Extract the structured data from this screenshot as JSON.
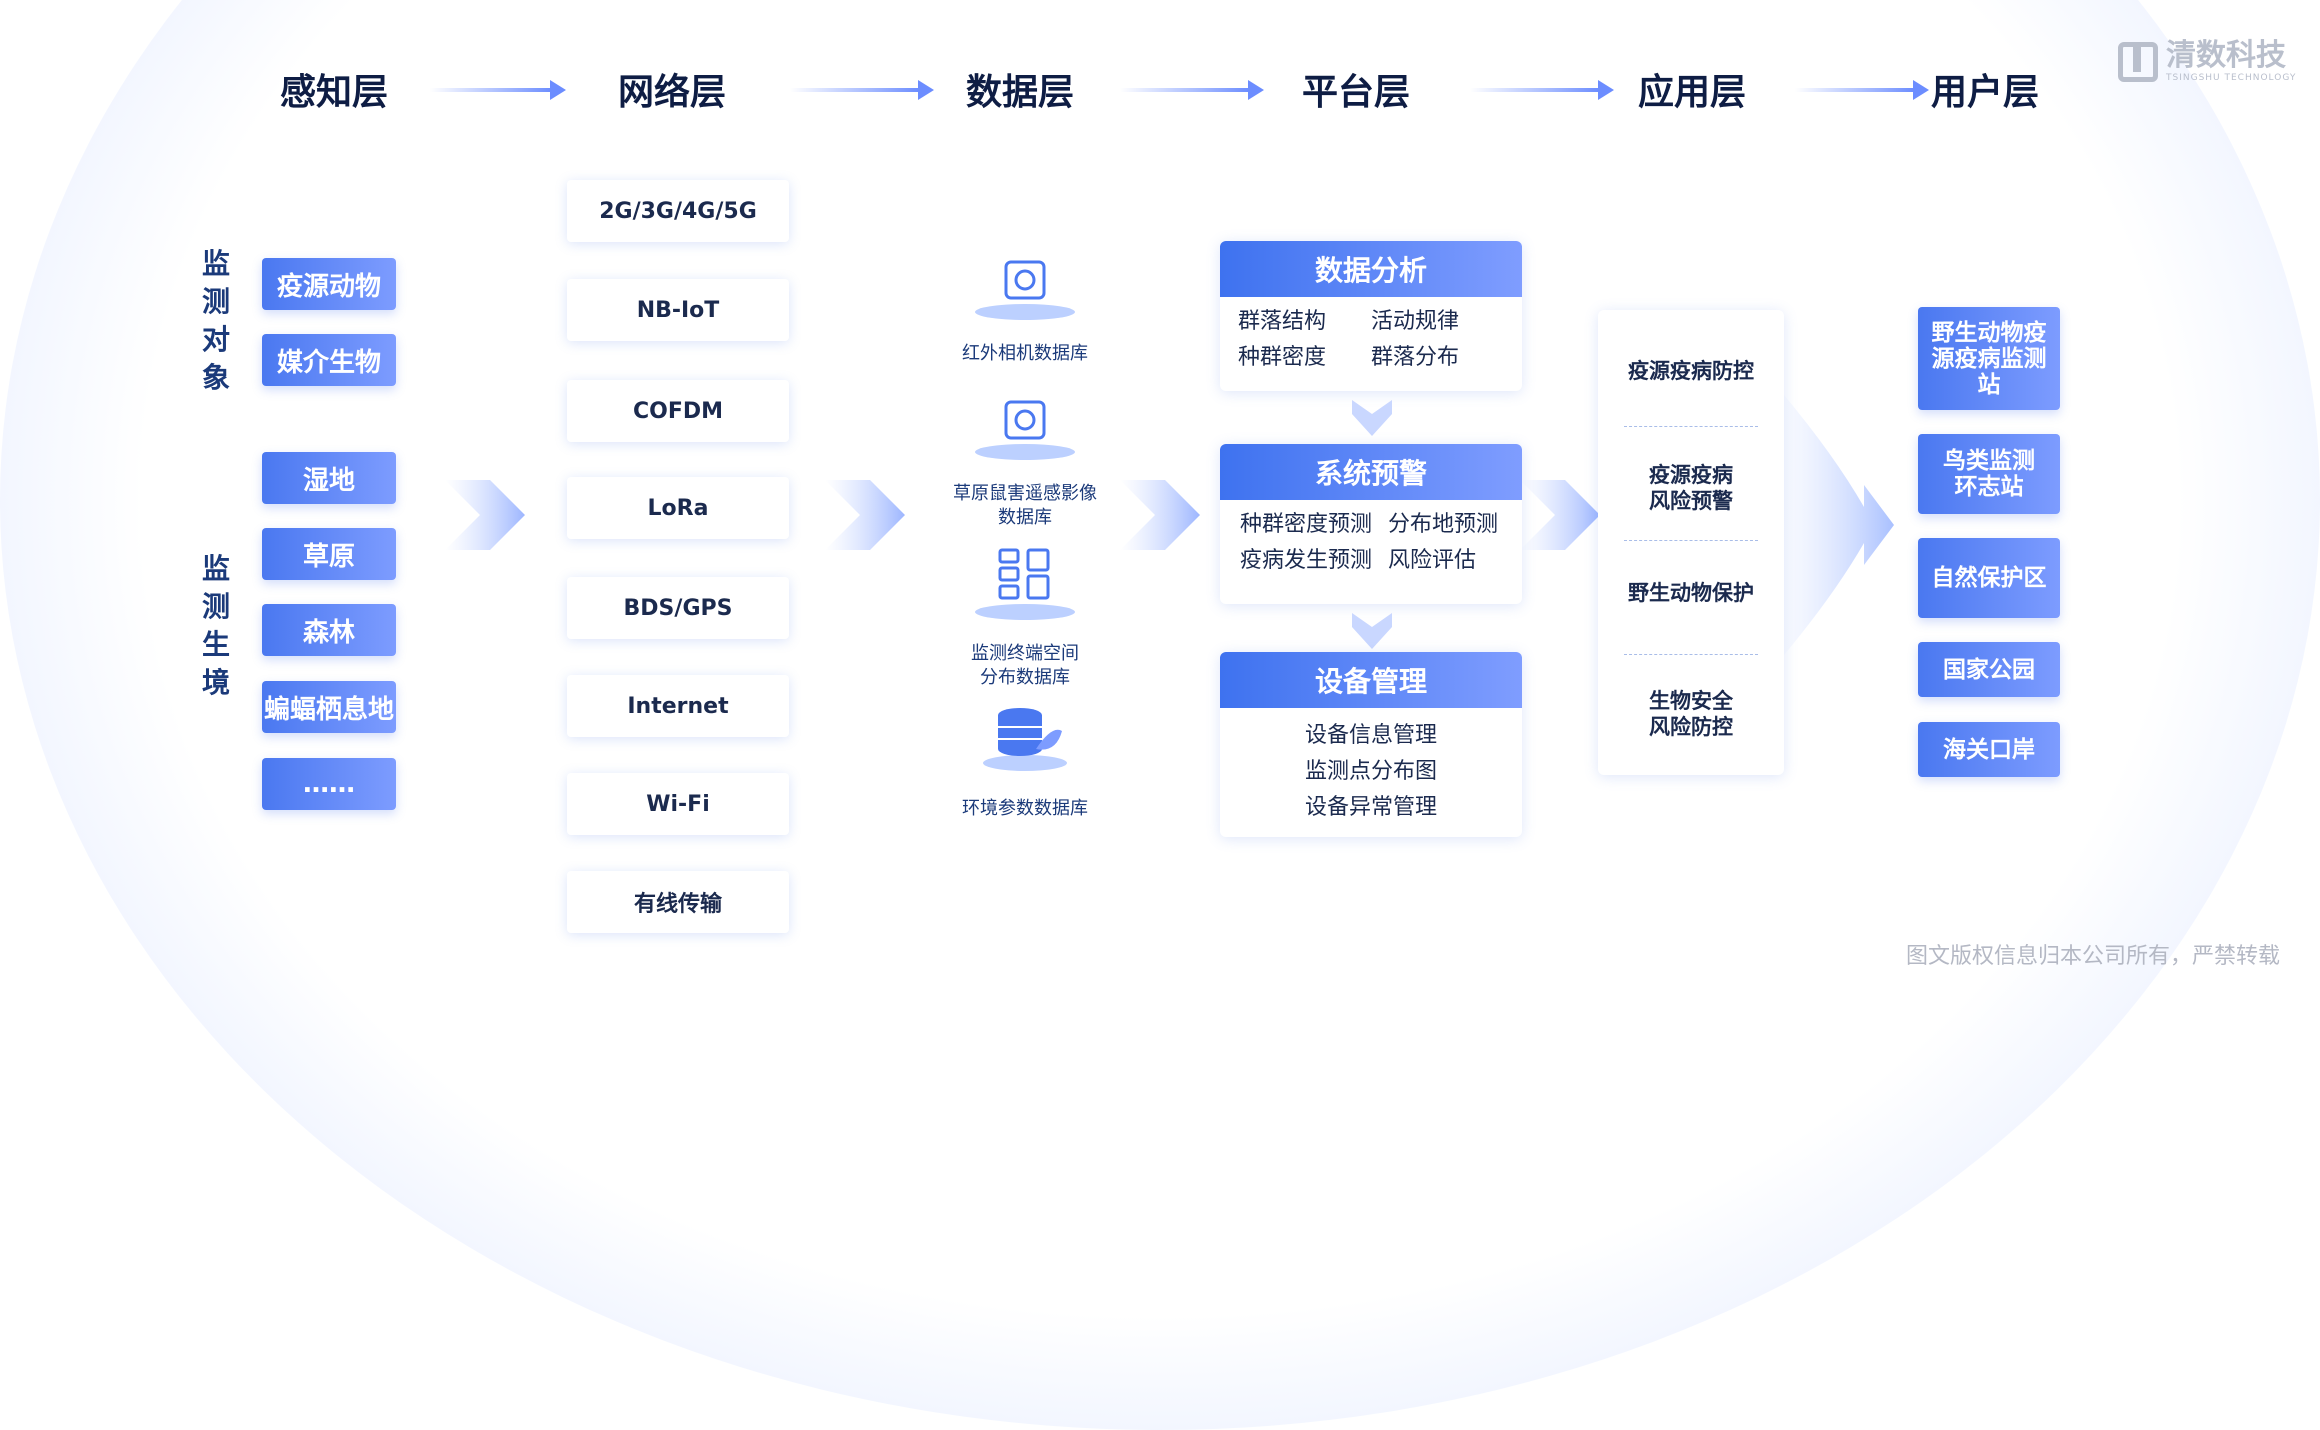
{
  "layers": [
    "感知层",
    "网络层",
    "数据层",
    "平台层",
    "应用层",
    "用户层"
  ],
  "logo": {
    "name": "清数科技",
    "sub": "TSINGSHU TECHNOLOGY"
  },
  "perception": {
    "group1_label": [
      "监",
      "测",
      "对",
      "象"
    ],
    "group1_items": [
      "疫源动物",
      "媒介生物"
    ],
    "group2_label": [
      "监",
      "测",
      "生",
      "境"
    ],
    "group2_items": [
      "湿地",
      "草原",
      "森林",
      "蝙蝠栖息地",
      "……"
    ]
  },
  "network": [
    "2G/3G/4G/5G",
    "NB-IoT",
    "COFDM",
    "LoRa",
    "BDS/GPS",
    "Internet",
    "Wi-Fi",
    "有线传输"
  ],
  "data": [
    {
      "label1": "红外相机数据库",
      "label2": "",
      "icon": "camera-icon"
    },
    {
      "label1": "草原鼠害遥感影像",
      "label2": "数据库",
      "icon": "camera-icon"
    },
    {
      "label1": "监测终端空间",
      "label2": "分布数据库",
      "icon": "grid-icon"
    },
    {
      "label1": "环境参数数据库",
      "label2": "",
      "icon": "database-leaf-icon"
    }
  ],
  "platform": {
    "analysis": {
      "title": "数据分析",
      "items": [
        "群落结构",
        "活动规律",
        "种群密度",
        "群落分布"
      ]
    },
    "warning": {
      "title": "系统预警",
      "items": [
        "种群密度预测",
        "分布地预测",
        "疫病发生预测",
        "风险评估"
      ]
    },
    "device": {
      "title": "设备管理",
      "items": [
        "设备信息管理",
        "监测点分布图",
        "设备异常管理"
      ]
    }
  },
  "application": [
    {
      "l1": "疫源疫病防控",
      "l2": ""
    },
    {
      "l1": "疫源疫病",
      "l2": "风险预警"
    },
    {
      "l1": "野生动物保护",
      "l2": ""
    },
    {
      "l1": "生物安全",
      "l2": "风险防控"
    }
  ],
  "users": [
    {
      "l1": "野生动物疫",
      "l2": "源疫病监测",
      "l3": "站"
    },
    {
      "l1": "鸟类监测",
      "l2": "环志站",
      "l3": ""
    },
    {
      "l1": "自然保护区",
      "l2": "",
      "l3": ""
    },
    {
      "l1": "国家公园",
      "l2": "",
      "l3": ""
    },
    {
      "l1": "海关口岸",
      "l2": "",
      "l3": ""
    }
  ],
  "copyright": "图文版权信息归本公司所有，严禁转载",
  "colors": {
    "accent": "#4a78f0",
    "accent_light": "#7d9cff",
    "title": "#0e1d44"
  }
}
